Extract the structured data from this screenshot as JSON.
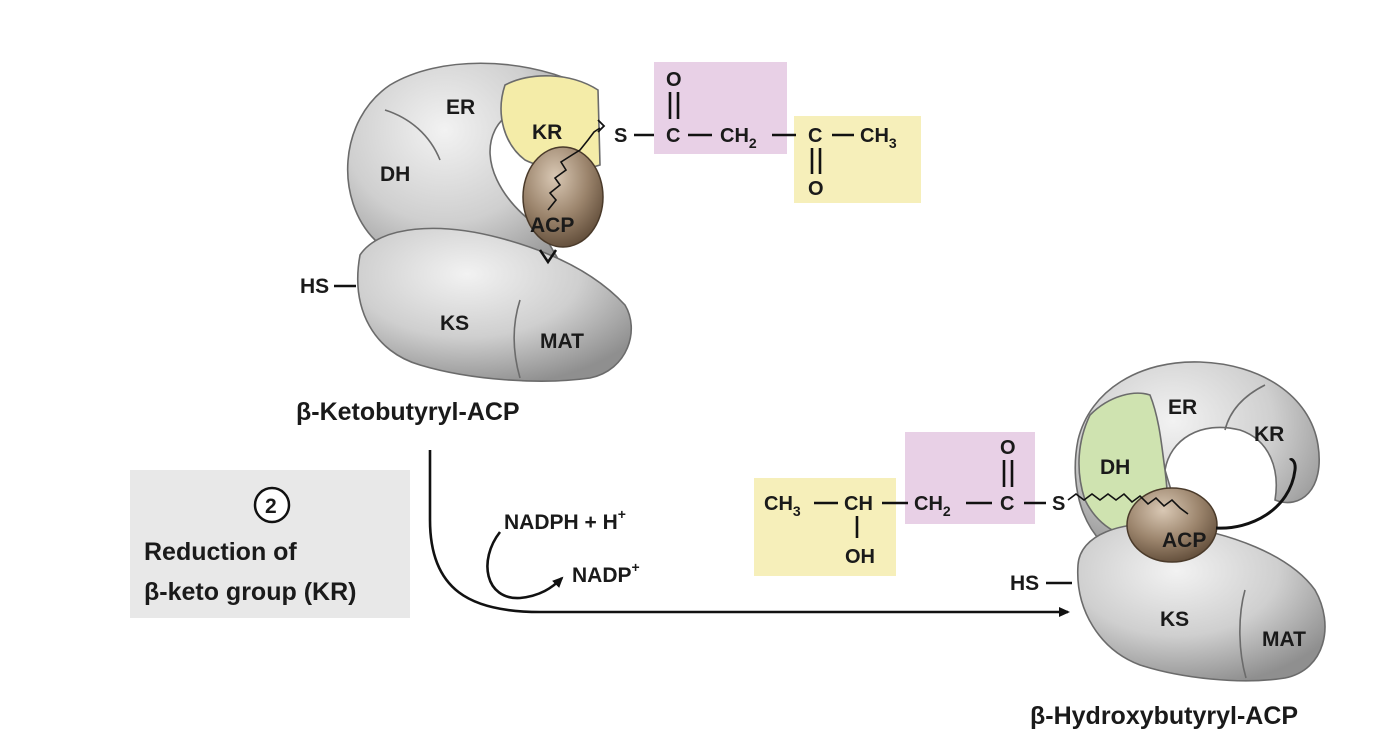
{
  "step": {
    "number": "2",
    "title_line1": "Reduction of",
    "title_line2": "β-keto group (KR)"
  },
  "reactant": {
    "caption": "β-Ketobutyryl-ACP",
    "domains": {
      "er": "ER",
      "kr": "KR",
      "dh": "DH",
      "acp": "ACP",
      "ks": "KS",
      "mat": "MAT"
    },
    "thiol_label": "HS",
    "chain": {
      "s": "S",
      "c1": "C",
      "ch": "CH",
      "two": "2",
      "c3": "C",
      "ch3": "CH",
      "three": "3",
      "o_top": "O",
      "o_bottom": "O"
    }
  },
  "product": {
    "caption": "β-Hydroxybutyryl-ACP",
    "domains": {
      "er": "ER",
      "kr": "KR",
      "dh": "DH",
      "acp": "ACP",
      "ks": "KS",
      "mat": "MAT"
    },
    "thiol_label": "HS",
    "chain": {
      "ch3": "CH",
      "three": "3",
      "ch_oh": "CH",
      "oh": "OH",
      "ch2": "CH",
      "two": "2",
      "c": "C",
      "s": "S",
      "o_top": "O"
    }
  },
  "cofactors": {
    "nadph": "NADPH + H",
    "nadph_sup": "+",
    "nadp": "NADP",
    "nadp_sup": "+"
  },
  "colors": {
    "domain_gray": "#c9c9c9",
    "kr_yellow": "#f4eca8",
    "dh_green": "#cfe3b0",
    "acp_brown": "#8a7560",
    "pink_box": "#e8d0e6",
    "yellow_box": "#f6efba",
    "step_panel": "#e8e8e8"
  }
}
